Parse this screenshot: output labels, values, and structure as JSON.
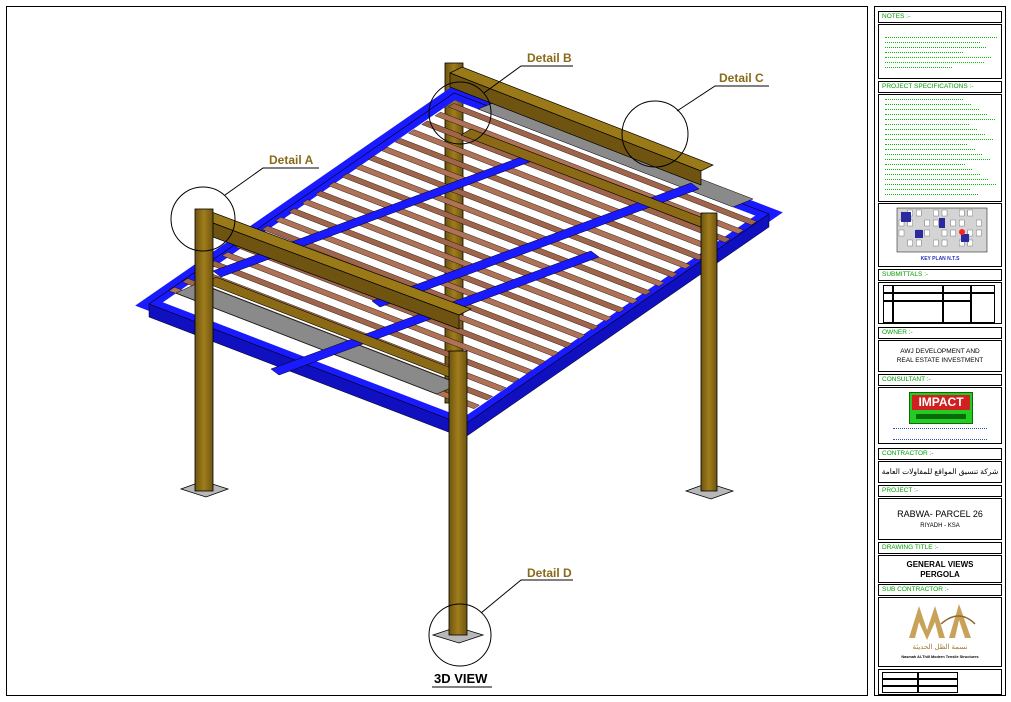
{
  "details": {
    "a": "Detail A",
    "b": "Detail B",
    "c": "Detail C",
    "d": "Detail D"
  },
  "view_label": "3D VIEW",
  "title_block": {
    "notes_header": "NOTES :-",
    "project_specs_header": "PROJECT SPECIFICATIONS :-",
    "key_plan_label": "KEY PLAN   N.T.S",
    "submittals_header": "SUBMITTALS :-",
    "owner_header": "OWNER :-",
    "owner_line1": "AWJ DEVELOPMENT AND",
    "owner_line2": "REAL ESTATE  INVESTMENT",
    "consultant_header": "CONSULTANT :-",
    "consultant_logo": "IMPACT",
    "contractor_header": "CONTRACTOR :-",
    "contractor_name": "شركة تنسيق المواقع للمقاولات العامة",
    "project_header": "PROJECT :-",
    "project_name": "RABWA- PARCEL 26",
    "project_location": "RIYADH - KSA",
    "drawing_title_header": "DRAWING TITLE :-",
    "drawing_title_line1": "GENERAL VIEWS",
    "drawing_title_line2": "PERGOLA",
    "sub_contractor_header": "SUB CONTRACTOR :-",
    "sub_contractor_arabic": "نسمة الظل الحديثة",
    "sub_contractor_english": "Nasmah Al-Thill Modern Tensile Structures"
  },
  "colors": {
    "frame_blue": "#1a1aff",
    "post_brown": "#8b6b12",
    "slat_brown": "#a0644a",
    "grey_beam": "#808080",
    "spec_green": "#00c000",
    "detail_gold": "#8a6a1a"
  }
}
